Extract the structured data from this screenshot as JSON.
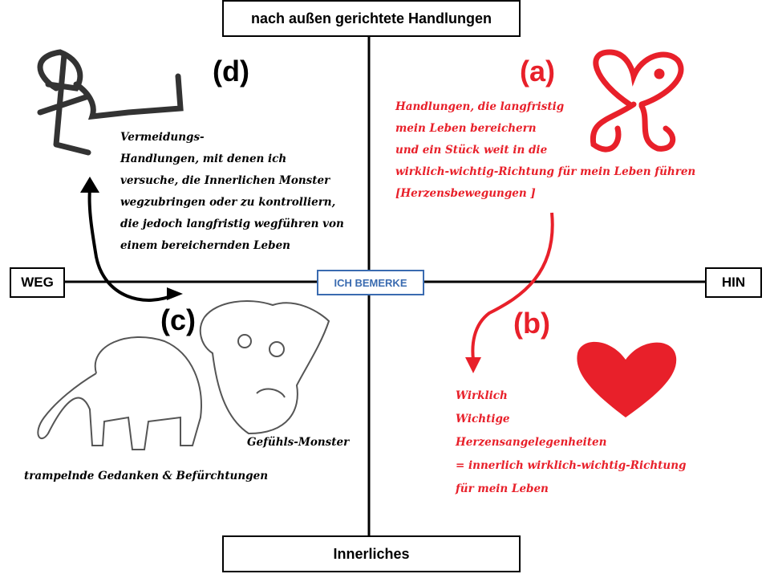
{
  "axes": {
    "top": "nach außen gerichtete Handlungen",
    "bottom": "Innerliches",
    "left": "WEG",
    "right": "HIN",
    "center": "ICH BEMERKE"
  },
  "quadrants": {
    "a": {
      "label": "(a)",
      "lines": [
        "Handlungen, die langfristig",
        "mein Leben bereichern",
        "und ein Stück weit in die",
        "wirklich-wichtig-Richtung für mein Leben führen",
        "[Herzensbewegungen ]"
      ]
    },
    "b": {
      "label": "(b)",
      "lines": [
        "Wirklich",
        "Wichtige",
        "Herzensangelegenheiten",
        "= innerlich wirklich-wichtig-Richtung",
        "für mein Leben"
      ]
    },
    "c": {
      "label": "(c)",
      "monster": "Gefühls-Monster",
      "caption": "trampelnde Gedanken & Befürchtungen"
    },
    "d": {
      "label": "(d)",
      "lines": [
        "Vermeidungs-",
        "Handlungen, mit denen ich",
        "versuche, die Innerlichen Monster",
        "wegzubringen oder zu kontrolliern,",
        "die jedoch langfristig wegführen von",
        "einem bereichernden Leben"
      ]
    }
  },
  "colors": {
    "red": "#e8202a",
    "blue": "#3a6bb0",
    "black": "#000000"
  }
}
